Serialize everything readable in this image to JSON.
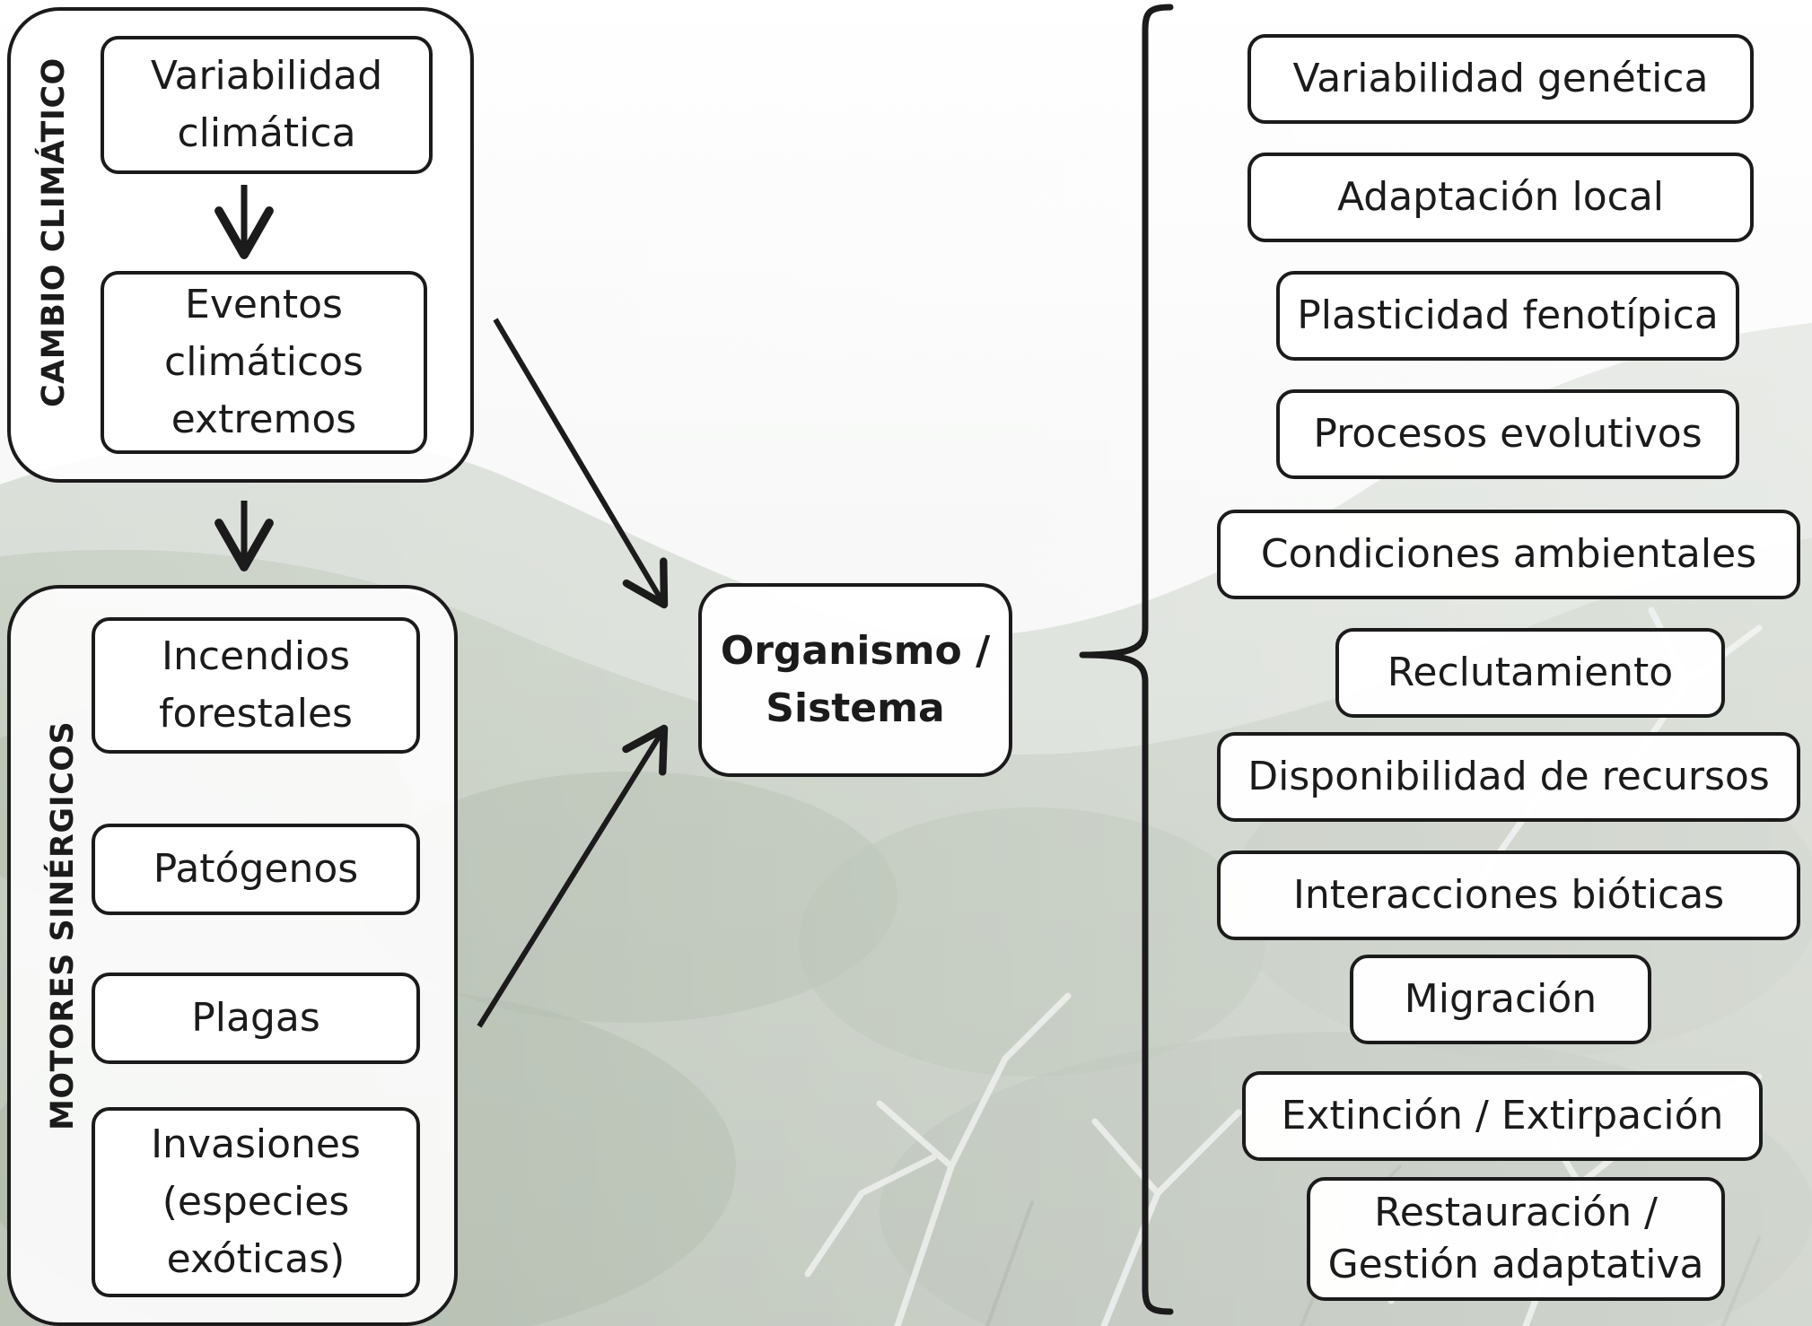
{
  "groups": {
    "climate_change": {
      "label": "CAMBIO CLIMÁTICO",
      "items": [
        [
          "Variabilidad",
          "climática"
        ],
        [
          "Eventos",
          "climáticos",
          "extremos"
        ]
      ]
    },
    "synergic_drivers": {
      "label": "MOTORES SINÉRGICOS",
      "items": [
        [
          "Incendios",
          "forestales"
        ],
        [
          "Patógenos"
        ],
        [
          "Plagas"
        ],
        [
          "Invasiones",
          "(especies",
          "exóticas)"
        ]
      ]
    }
  },
  "center": {
    "line1": "Organismo /",
    "line2": "Sistema"
  },
  "factors": [
    [
      "Variabilidad genética"
    ],
    [
      "Adaptación local"
    ],
    [
      "Plasticidad fenotípica"
    ],
    [
      "Procesos evolutivos"
    ],
    [
      "Condiciones ambientales"
    ],
    [
      "Reclutamiento"
    ],
    [
      "Disponibilidad de recursos"
    ],
    [
      "Interacciones bióticas"
    ],
    [
      "Migración"
    ],
    [
      "Extinción / Extirpación"
    ],
    [
      "Restauración /",
      "Gestión adaptativa"
    ]
  ],
  "colors": {
    "ink": "#1b1b1b",
    "box_fill": "#ffffff",
    "background_tint": "#e6ebe4"
  }
}
